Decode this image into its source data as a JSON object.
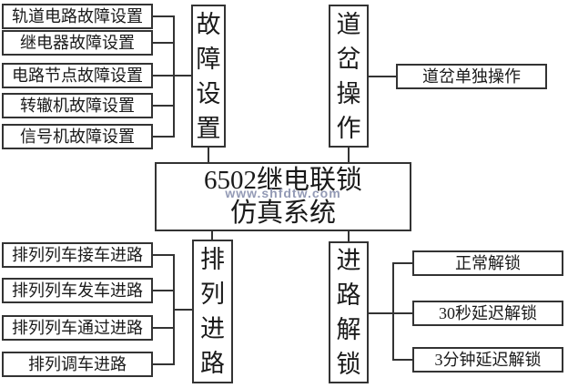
{
  "colors": {
    "line": "#333333",
    "text": "#1a1a1a",
    "watermark": "#939ab5",
    "bg": "#ffffff"
  },
  "center_box": {
    "line1": "6502继电联锁",
    "line2": "仿真系统",
    "watermark": "www.shfdtw.com"
  },
  "fault_setting": {
    "title": "故障设置",
    "items": [
      "轨道电路故障设置",
      "继电器故障设置",
      "电路节点故障设置",
      "转辙机故障设置",
      "信号机故障设置"
    ]
  },
  "switch_operation": {
    "title": "道岔操作",
    "items": [
      "道岔单独操作"
    ]
  },
  "route_setting": {
    "title": "排列进路",
    "items": [
      "排列列车接车进路",
      "排列列车发车进路",
      "排列列车通过进路",
      "排列调车进路"
    ]
  },
  "route_unlock": {
    "title": "进路解锁",
    "items": [
      "正常解锁",
      "30秒延迟解锁",
      "3分钟延迟解锁"
    ]
  }
}
